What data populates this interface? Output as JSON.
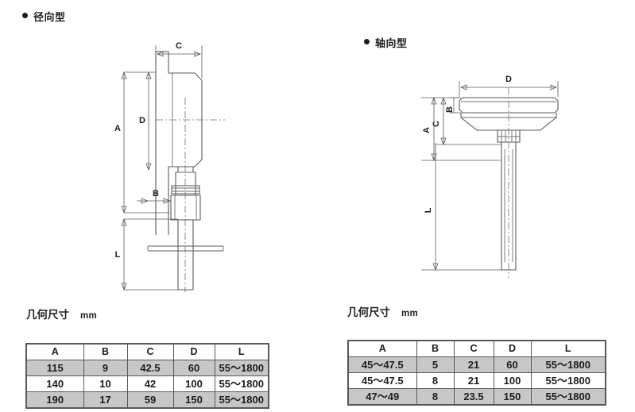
{
  "page": {
    "background": "#ffffff",
    "line_color": "#5a5a5c",
    "shade_color": "#c7c7c7",
    "text_color": "#1d1d1d"
  },
  "sections": {
    "radial": {
      "title": "径向型",
      "bullet": "bullet-icon",
      "dimension_labels": [
        "A",
        "B",
        "C",
        "D",
        "L"
      ]
    },
    "axial": {
      "title": "轴向型",
      "bullet": "bullet-icon",
      "dimension_labels": [
        "A",
        "B",
        "C",
        "D",
        "L"
      ]
    }
  },
  "tables": {
    "left": {
      "heading": "几何尺寸",
      "unit": "mm",
      "columns": [
        "A",
        "B",
        "C",
        "D",
        "L"
      ],
      "rows": [
        [
          "115",
          "9",
          "42.5",
          "60",
          "55～1800"
        ],
        [
          "140",
          "10",
          "42",
          "100",
          "55～1800"
        ],
        [
          "190",
          "17",
          "59",
          "150",
          "55～1800"
        ]
      ]
    },
    "right": {
      "heading": "几何尺寸",
      "unit": "mm",
      "columns": [
        "A",
        "B",
        "C",
        "D",
        "L"
      ],
      "rows": [
        [
          "45～47.5",
          "5",
          "21",
          "60",
          "55～1800"
        ],
        [
          "45～47.5",
          "8",
          "21",
          "100",
          "55～1800"
        ],
        [
          "47～49",
          "8",
          "23.5",
          "150",
          "55～1800"
        ]
      ]
    }
  }
}
